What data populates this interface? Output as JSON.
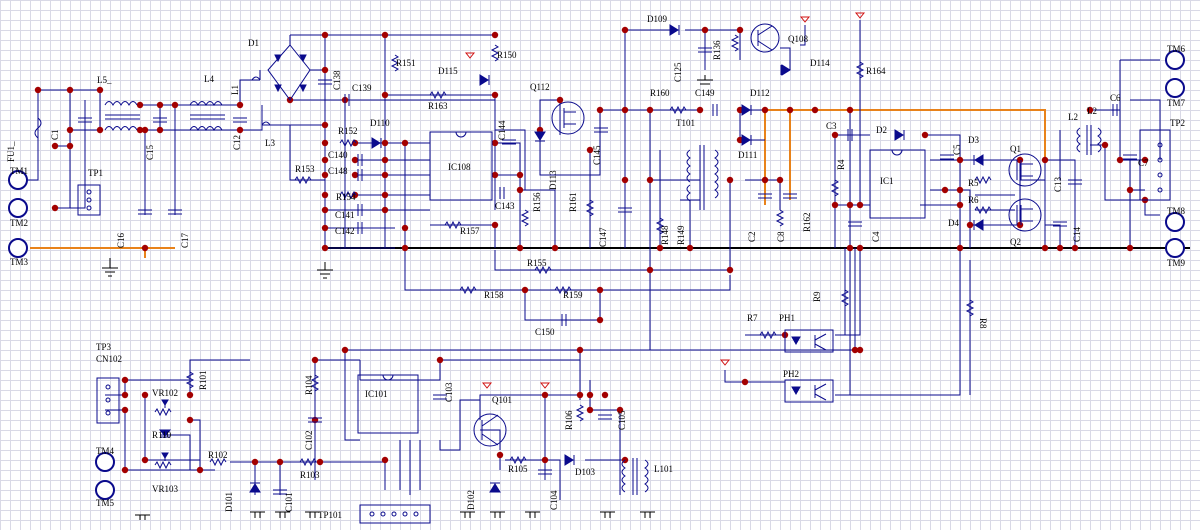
{
  "labels": {
    "fu1": "FU1_",
    "c1": "C1",
    "tm1": "TM1",
    "tm2": "TM2",
    "tm3": "TM3",
    "l5": "L5_",
    "tp1": "TP1",
    "c15": "C15",
    "c16": "C16",
    "c17": "C17",
    "l4": "L4",
    "l1": "L1",
    "c12": "C12",
    "l3": "L3",
    "d1": "D1",
    "c138": "C138",
    "c139": "C139",
    "r151": "R151",
    "d115": "D115",
    "r150": "R150",
    "q112": "Q112",
    "r163": "R163",
    "c144": "C144",
    "r152": "R152",
    "d110": "D110",
    "c140": "C140",
    "r153": "R153",
    "c148": "C148",
    "r154": "R154",
    "c141": "C141",
    "c142": "C142",
    "ic108": "IC108",
    "c143": "C143",
    "r157": "R157",
    "r156": "R156",
    "d113": "D113",
    "r161": "R161",
    "c145": "C145",
    "c147": "C147",
    "d109": "D109",
    "c125": "C125",
    "r136": "R136",
    "q108": "Q108",
    "d114": "D114",
    "r164": "R164",
    "r160": "R160",
    "c149": "C149",
    "d112": "D112",
    "t101": "T101",
    "d111": "D111",
    "r148": "R148",
    "r149": "R149",
    "c2": "C2",
    "c8": "C8",
    "r162": "R162",
    "c3": "C3",
    "r4": "R4",
    "d2": "D2",
    "ic1": "IC1",
    "c5": "C5",
    "c4": "C4",
    "d3": "D3",
    "r5": "R5",
    "r6": "R6",
    "d4": "D4",
    "q1": "Q1",
    "q2": "Q2",
    "c13": "C13",
    "c14": "C14",
    "l2": "L2",
    "l2b": "L2",
    "c6": "C6",
    "c7": "C7",
    "tp2": "TP2",
    "tm6": "TM6",
    "tm7": "TM7",
    "tm8": "TM8",
    "tm9": "TM9",
    "r155": "R155",
    "r158": "R158",
    "r159": "R159",
    "c150": "C150",
    "r9": "R9",
    "r7": "R7",
    "ph1": "PH1",
    "ph2": "PH2",
    "r8": "R8",
    "tp3": "TP3",
    "cn102": "CN102",
    "vr102": "VR102",
    "r101": "R101",
    "r110": "R110",
    "vr103": "VR103",
    "tm4": "TM4",
    "tm5": "TM5",
    "r102": "R102",
    "d101": "D101",
    "c101": "C101",
    "r103": "R103",
    "r104": "R104",
    "c102": "C102",
    "ic101": "IC101",
    "c103": "C103",
    "q101": "Q101",
    "r105": "R105",
    "d102": "D102",
    "c104": "C104",
    "r106": "R106",
    "c105": "C105",
    "d103": "D103",
    "l101": "L101",
    "tp101": "TP101"
  },
  "colors": {
    "wire": "#0a0a8c",
    "ground_rail": "#000000",
    "highlight_wire": "#e8821a",
    "junction": "#a30000",
    "grid": "#d9d9e6",
    "background": "#ffffff"
  }
}
